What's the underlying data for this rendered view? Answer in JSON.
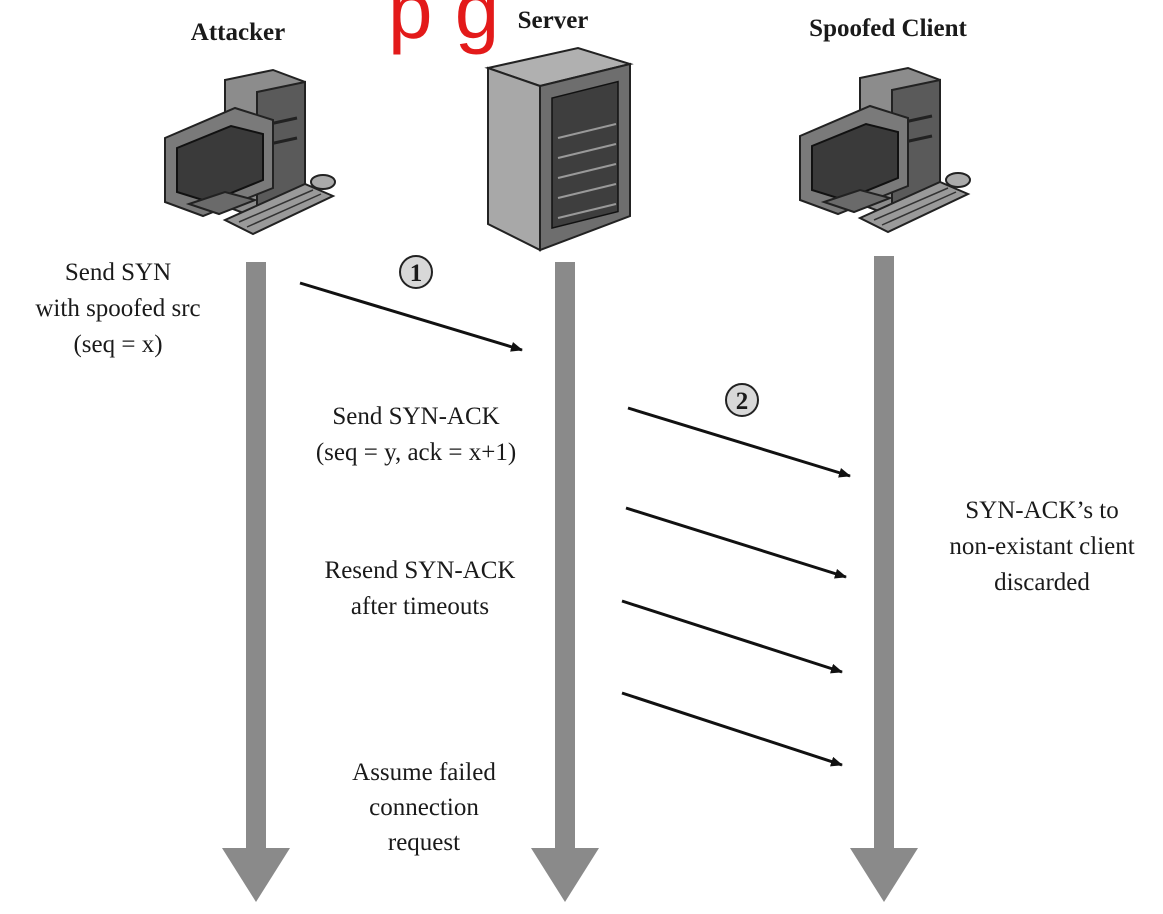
{
  "title_fragment": "p  g",
  "actors": {
    "attacker": "Attacker",
    "server": "Server",
    "client": "Spoofed Client"
  },
  "steps": {
    "step1": "1",
    "step2": "2"
  },
  "labels": {
    "attacker_send": [
      "Send SYN",
      "with spoofed src",
      "(seq = x)"
    ],
    "server_send": [
      "Send SYN-ACK",
      "(seq = y, ack = x+1)"
    ],
    "server_resend": [
      "Resend SYN-ACK",
      "after timeouts"
    ],
    "server_assume": [
      "Assume failed",
      "connection",
      "request"
    ],
    "client_discard": [
      "SYN-ACK’s to",
      "non-existant client",
      "discarded"
    ]
  },
  "colors": {
    "lifeline": "#8a8a8a",
    "message": "#111111",
    "title": "#e31a1a"
  },
  "icons": [
    "desktop-computer-icon",
    "server-tower-icon",
    "desktop-computer-icon"
  ]
}
